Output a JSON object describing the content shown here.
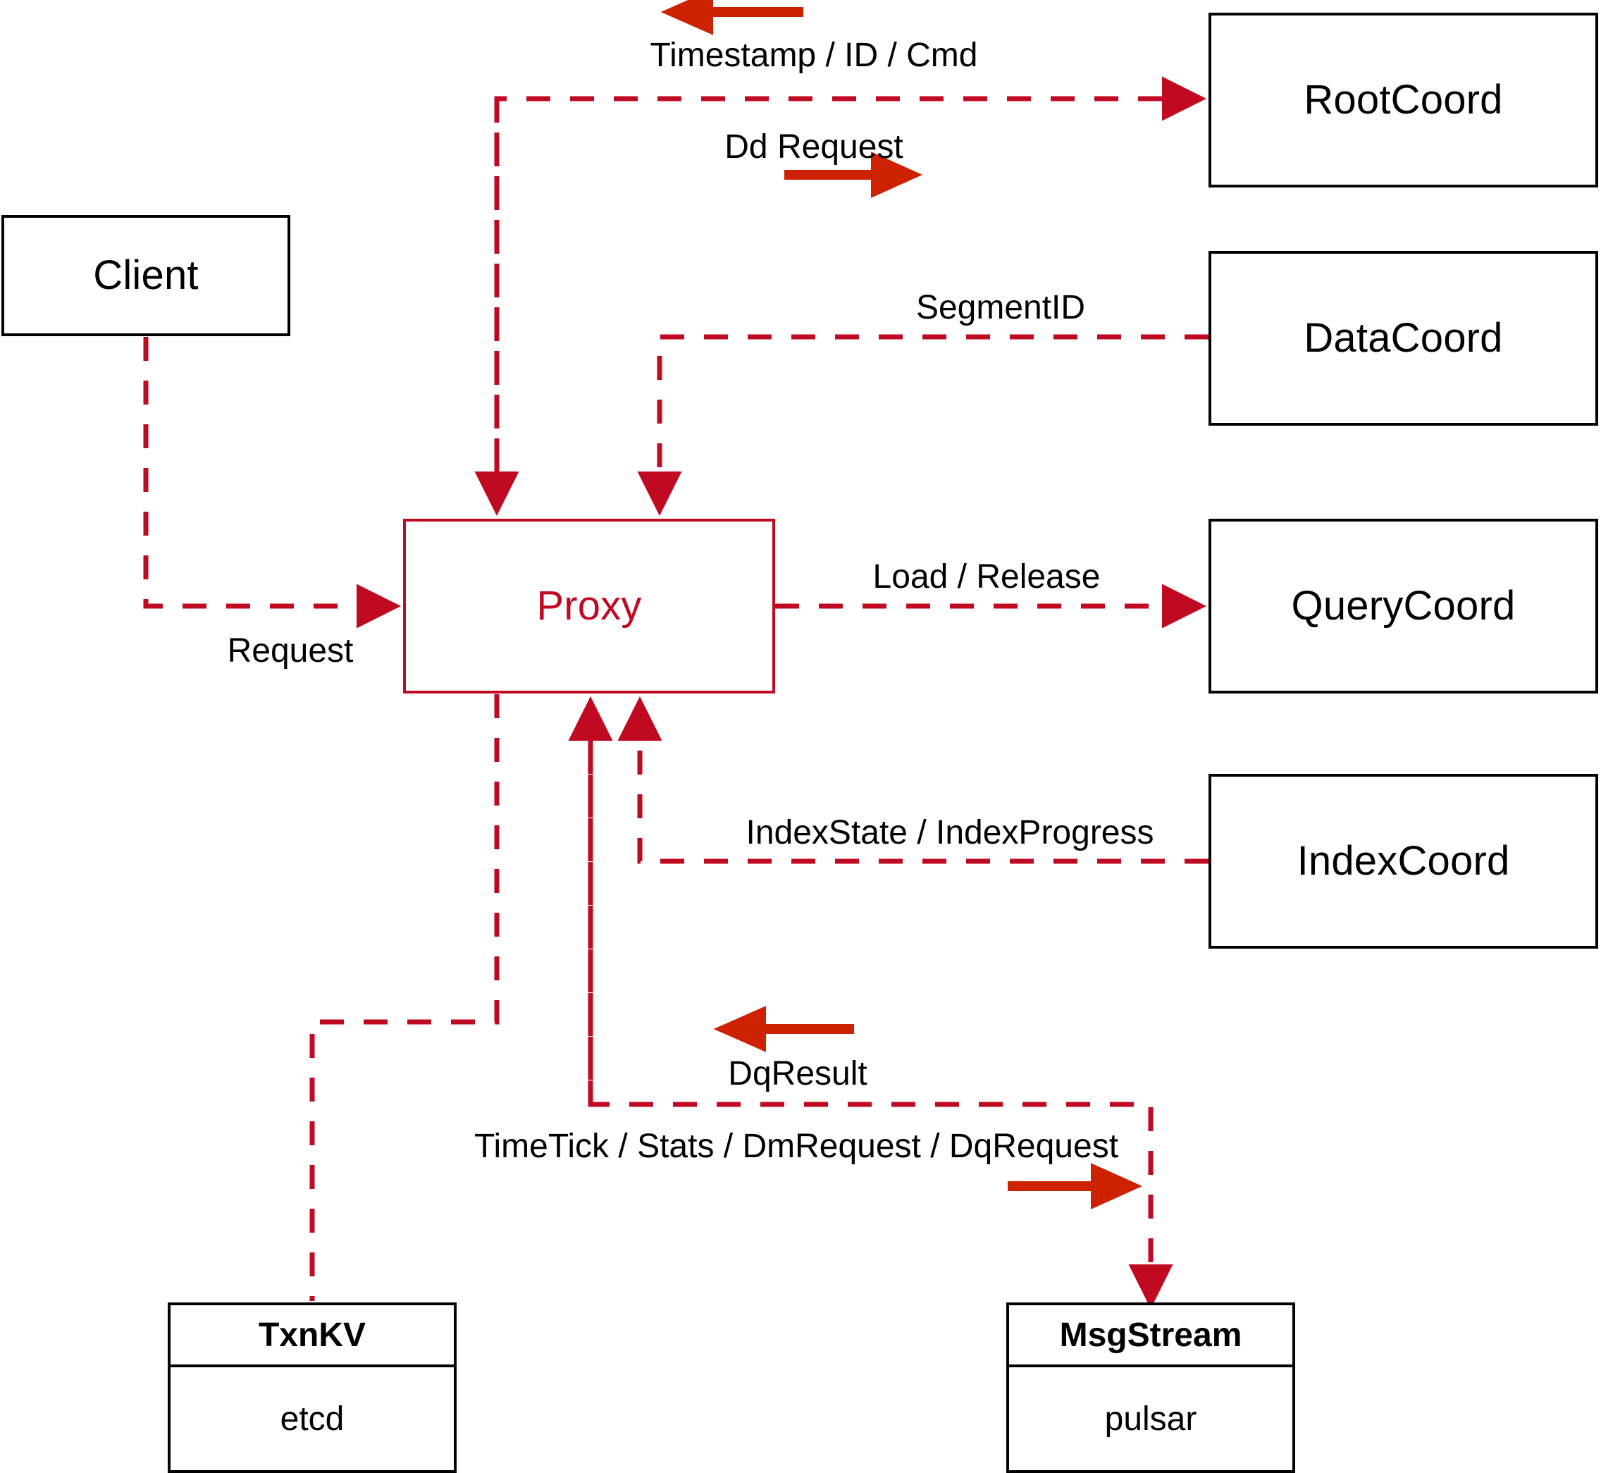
{
  "diagram": {
    "title": "Proxy Architecture",
    "colors": {
      "node_stroke": "#000000",
      "proxy_stroke": "#c00a22",
      "dashed_wire": "#c00a22",
      "solid_arrow": "#cc2200",
      "background": "#ffffff",
      "text": "#000000"
    }
  },
  "nodes": {
    "client": {
      "label": "Client"
    },
    "proxy": {
      "label": "Proxy"
    },
    "root_coord": {
      "label": "RootCoord"
    },
    "data_coord": {
      "label": "DataCoord"
    },
    "query_coord": {
      "label": "QueryCoord"
    },
    "index_coord": {
      "label": "IndexCoord"
    },
    "txn_kv": {
      "head": "TxnKV",
      "body": "etcd"
    },
    "msg_stream": {
      "head": "MsgStream",
      "body": "pulsar"
    }
  },
  "edge_labels": {
    "timestamp_id_cmd": "Timestamp / ID / Cmd",
    "dd_request": "Dd Request",
    "segment_id": "SegmentID",
    "request": "Request",
    "load_release": "Load / Release",
    "index_state_progress": "IndexState / IndexProgress",
    "dq_result": "DqResult",
    "timetick_stats_dm_dq": "TimeTick / Stats / DmRequest / DqRequest"
  },
  "flows": [
    {
      "from": "Client",
      "to": "Proxy",
      "label": "Request",
      "direction": "to-proxy"
    },
    {
      "from": "Proxy",
      "to": "RootCoord",
      "label": "Dd Request",
      "direction": "to-coord"
    },
    {
      "from": "RootCoord",
      "to": "Proxy",
      "label": "Timestamp / ID / Cmd",
      "direction": "to-proxy"
    },
    {
      "from": "DataCoord",
      "to": "Proxy",
      "label": "SegmentID",
      "direction": "to-proxy"
    },
    {
      "from": "Proxy",
      "to": "QueryCoord",
      "label": "Load / Release",
      "direction": "to-coord"
    },
    {
      "from": "IndexCoord",
      "to": "Proxy",
      "label": "IndexState / IndexProgress",
      "direction": "to-proxy"
    },
    {
      "from": "Proxy",
      "to": "TxnKV",
      "label": "",
      "direction": "to-store"
    },
    {
      "from": "Proxy",
      "to": "MsgStream",
      "label": "TimeTick / Stats / DmRequest / DqRequest",
      "direction": "to-store"
    },
    {
      "from": "MsgStream",
      "to": "Proxy",
      "label": "DqResult",
      "direction": "to-proxy"
    }
  ]
}
